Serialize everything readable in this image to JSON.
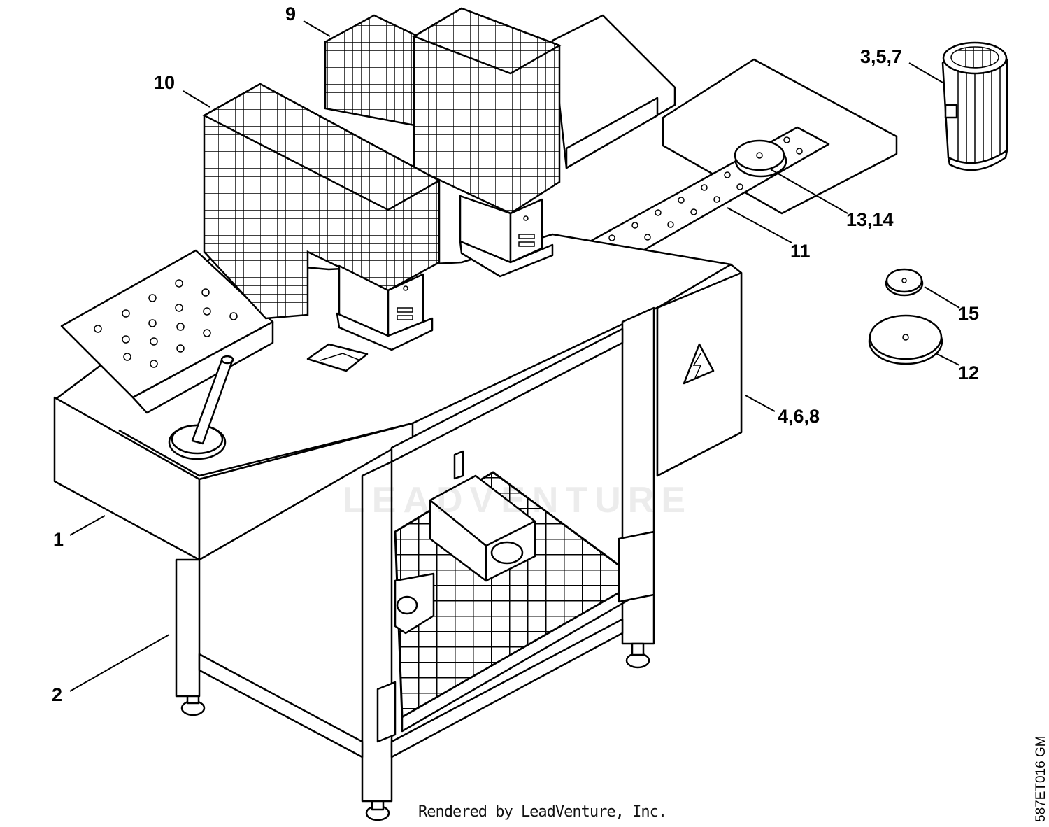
{
  "callouts": {
    "c1": "1",
    "c2": "2",
    "c357": "3,5,7",
    "c468": "4,6,8",
    "c9": "9",
    "c10": "10",
    "c11": "11",
    "c12": "12",
    "c1314": "13,14",
    "c15": "15"
  },
  "footer": {
    "credit": "Rendered by LeadVenture, Inc.",
    "drawing_number": "587ET016 GM"
  },
  "watermark": {
    "text": "LEADVENTURE"
  },
  "icons": {
    "warning": "high-voltage-warning-icon"
  },
  "colors": {
    "line": "#000000",
    "background": "#ffffff"
  }
}
